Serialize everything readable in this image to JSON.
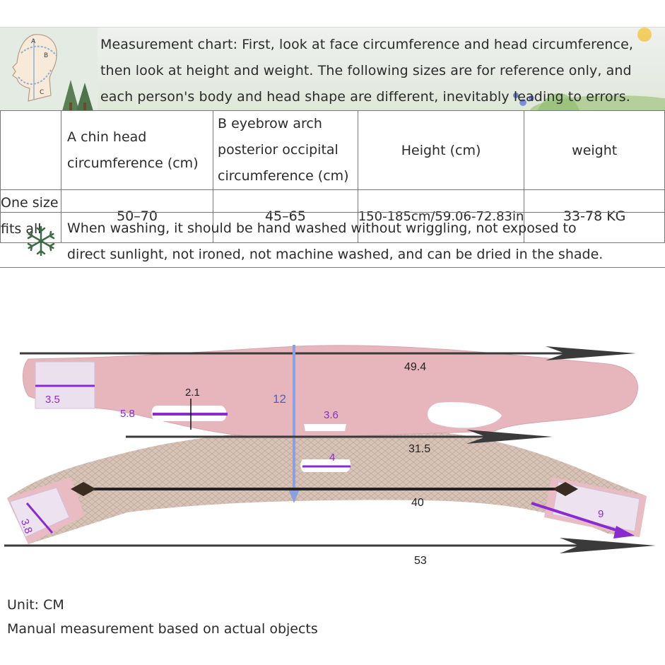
{
  "header": {
    "lines": [
      "Measurement chart: First, look at face circumference and head circumference,",
      "then look at height and weight. The following sizes are for reference only, and",
      "each person's body and head shape are different, inevitably leading to errors."
    ],
    "face_letters": [
      "A",
      "B",
      "C"
    ]
  },
  "table": {
    "headers": [
      "",
      "A chin head circumference (cm)",
      "B eyebrow arch posterior occipital circumference (cm)",
      "Height (cm)",
      "weight"
    ],
    "row": [
      "One size fits all",
      "50–70",
      "45–65",
      "150-185cm/59.06-72.83in",
      "33-78 KG"
    ]
  },
  "wash_note": {
    "lines": [
      "When washing, it should be hand washed without wriggling, not exposed to",
      "direct sunlight, not ironed, not machine washed, and can be dried in the shade."
    ]
  },
  "diagram": {
    "measurements": {
      "top_length": "49.4",
      "height": "12",
      "hole_height": "2.1",
      "left_hole_width": "5.8",
      "left_tab": "3.5",
      "center_slot": "3.6",
      "middle_length": "31.5",
      "lower_slot": "4",
      "inner_length": "40",
      "left_end": "3.8",
      "right_tab": "9",
      "total_length": "53"
    },
    "colors": {
      "pink": "#e6b6bc",
      "pink_edge": "#d9a3aa",
      "mesh": "#d2bdb0",
      "arrow": "#3a3a3a",
      "purple": "#8a2bd0",
      "blue": "#8aa0e0"
    }
  },
  "footer": {
    "unit": "Unit: CM",
    "note": "Manual measurement based on actual objects"
  }
}
